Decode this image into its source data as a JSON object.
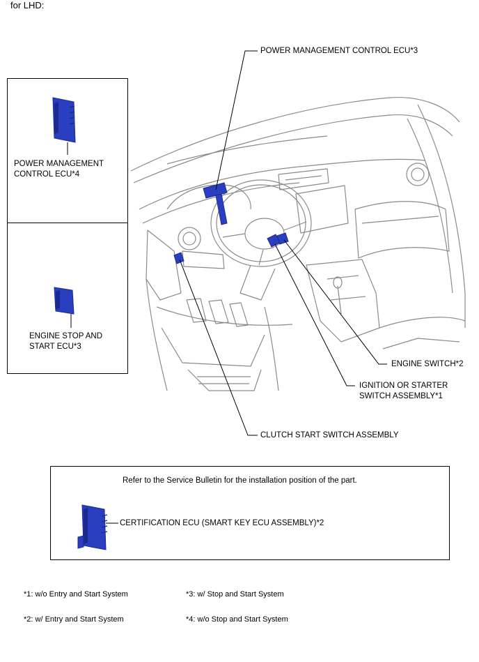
{
  "heading": "for LHD:",
  "callouts": {
    "power_mgmt_ecu_3": "POWER MANAGEMENT CONTROL ECU*3",
    "engine_switch": "ENGINE SWITCH*2",
    "ignition_switch": "IGNITION OR STARTER\nSWITCH ASSEMBLY*1",
    "clutch_switch": "CLUTCH START SWITCH ASSEMBLY"
  },
  "inset_boxes": {
    "power_mgmt_ecu_4": "POWER MANAGEMENT\nCONTROL ECU*4",
    "engine_stop_start_ecu": "ENGINE STOP AND\nSTART ECU*3"
  },
  "service_box": {
    "note": "Refer to the Service Bulletin for the installation position of the part.",
    "certification_label": "CERTIFICATION ECU (SMART KEY ECU ASSEMBLY)*2"
  },
  "footnotes": [
    "*1: w/o Entry and Start System",
    "*2: w/ Entry and Start System",
    "*3: w/ Stop and Start System",
    "*4: w/o Stop and Start System"
  ],
  "colors": {
    "part_blue": "#2a3fbf",
    "part_dark": "#1a2a8f",
    "line": "#000000",
    "outline": "#8a8a8a"
  }
}
